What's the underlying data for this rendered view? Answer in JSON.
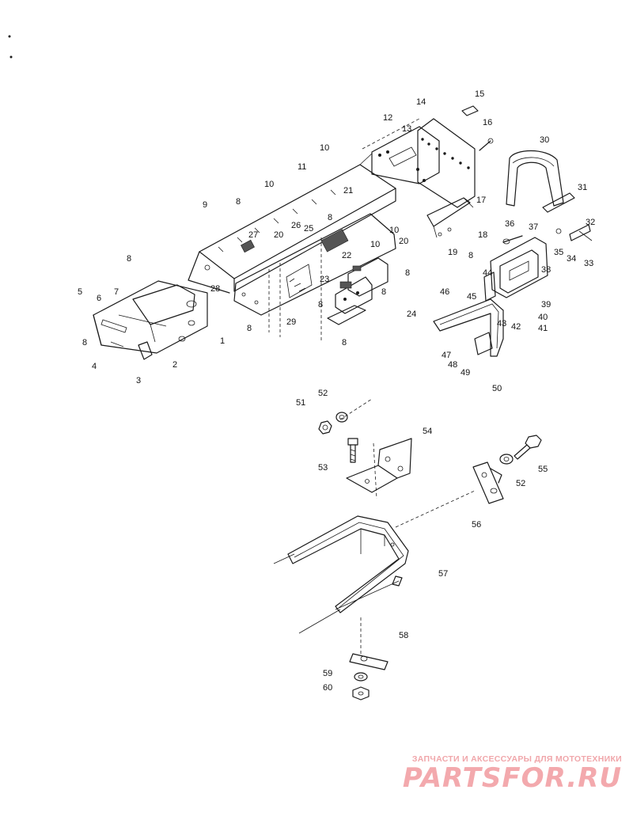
{
  "callouts": [
    "1",
    "2",
    "3",
    "4",
    "5",
    "6",
    "7",
    "8",
    "9",
    "10",
    "11",
    "12",
    "13",
    "14",
    "15",
    "16",
    "17",
    "18",
    "19",
    "20",
    "21",
    "22",
    "23",
    "24",
    "25",
    "26",
    "27",
    "28",
    "29",
    "30",
    "31",
    "32",
    "33",
    "34",
    "35",
    "36",
    "37",
    "38",
    "39",
    "40",
    "41",
    "42",
    "43",
    "44",
    "45",
    "46",
    "47",
    "48",
    "49",
    "50",
    "51",
    "52",
    "53",
    "54",
    "55",
    "56",
    "57",
    "58",
    "59",
    "60"
  ],
  "watermark": {
    "tagline": "ЗАПЧАСТИ И АКСЕССУАРЫ ДЛЯ МОТОТЕХНИКИ",
    "logo": "PARTSFOR.RU"
  }
}
